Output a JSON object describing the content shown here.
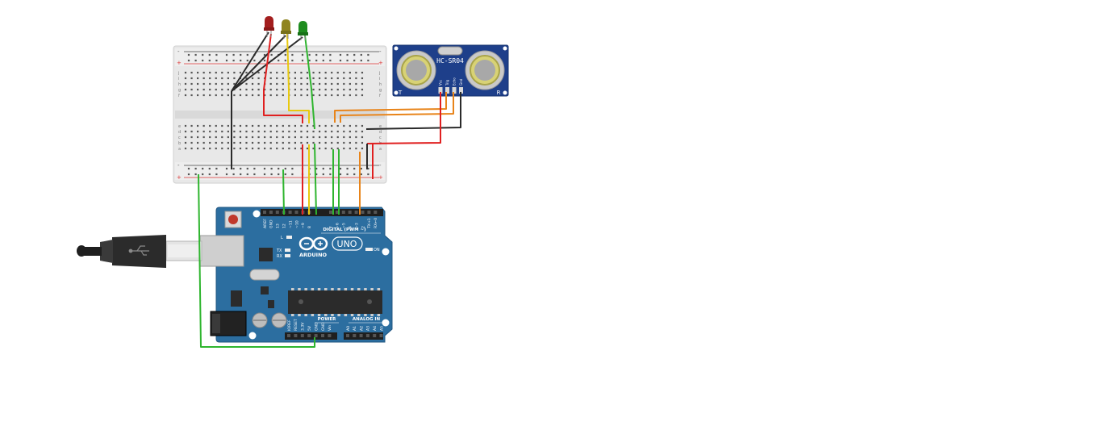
{
  "colors": {
    "breadboard": "#e6e6e6",
    "arduino": "#2c6ea0",
    "sensor": "#1e3f8a",
    "wire_red": "#e02020",
    "wire_black": "#2a2a2a",
    "wire_yellow": "#e8c90f",
    "wire_green": "#2fb52f",
    "wire_orange": "#e8841a",
    "led_red": "#a31e1e",
    "led_yellow": "#8f8420",
    "led_green": "#1e8c1e"
  },
  "sensor": {
    "name": "HC-SR04",
    "pins": [
      "Vcc",
      "Trig",
      "Echo",
      "Gnd"
    ],
    "corner_left": "T",
    "corner_right": "R"
  },
  "arduino": {
    "brand": "ARDUINO",
    "model": "UNO",
    "digital_label": "DIGITAL (PWM ~)",
    "power_label": "POWER",
    "analog_label": "ANALOG IN",
    "on_label": "ON",
    "led_l": "L",
    "led_tx": "TX",
    "led_rx": "RX",
    "digital_pins": [
      "AREF",
      "GND",
      "13",
      "12",
      "~11",
      "~10",
      "~9",
      "8",
      "7",
      "~6",
      "~5",
      "4",
      "~3",
      "2",
      "TX→1",
      "RX←0"
    ],
    "power_pins": [
      "IOREF",
      "RESET",
      "3.3V",
      "5V",
      "GND",
      "GND",
      "Vin"
    ],
    "analog_pins": [
      "A0",
      "A1",
      "A2",
      "A3",
      "A4",
      "A5"
    ]
  },
  "breadboard": {
    "row_letters_top": [
      "j",
      "i",
      "h",
      "g",
      "f"
    ],
    "row_letters_bottom": [
      "e",
      "d",
      "c",
      "b",
      "a"
    ],
    "plus": "+",
    "minus": "-"
  },
  "leds": [
    {
      "color": "red"
    },
    {
      "color": "yellow"
    },
    {
      "color": "green"
    }
  ]
}
